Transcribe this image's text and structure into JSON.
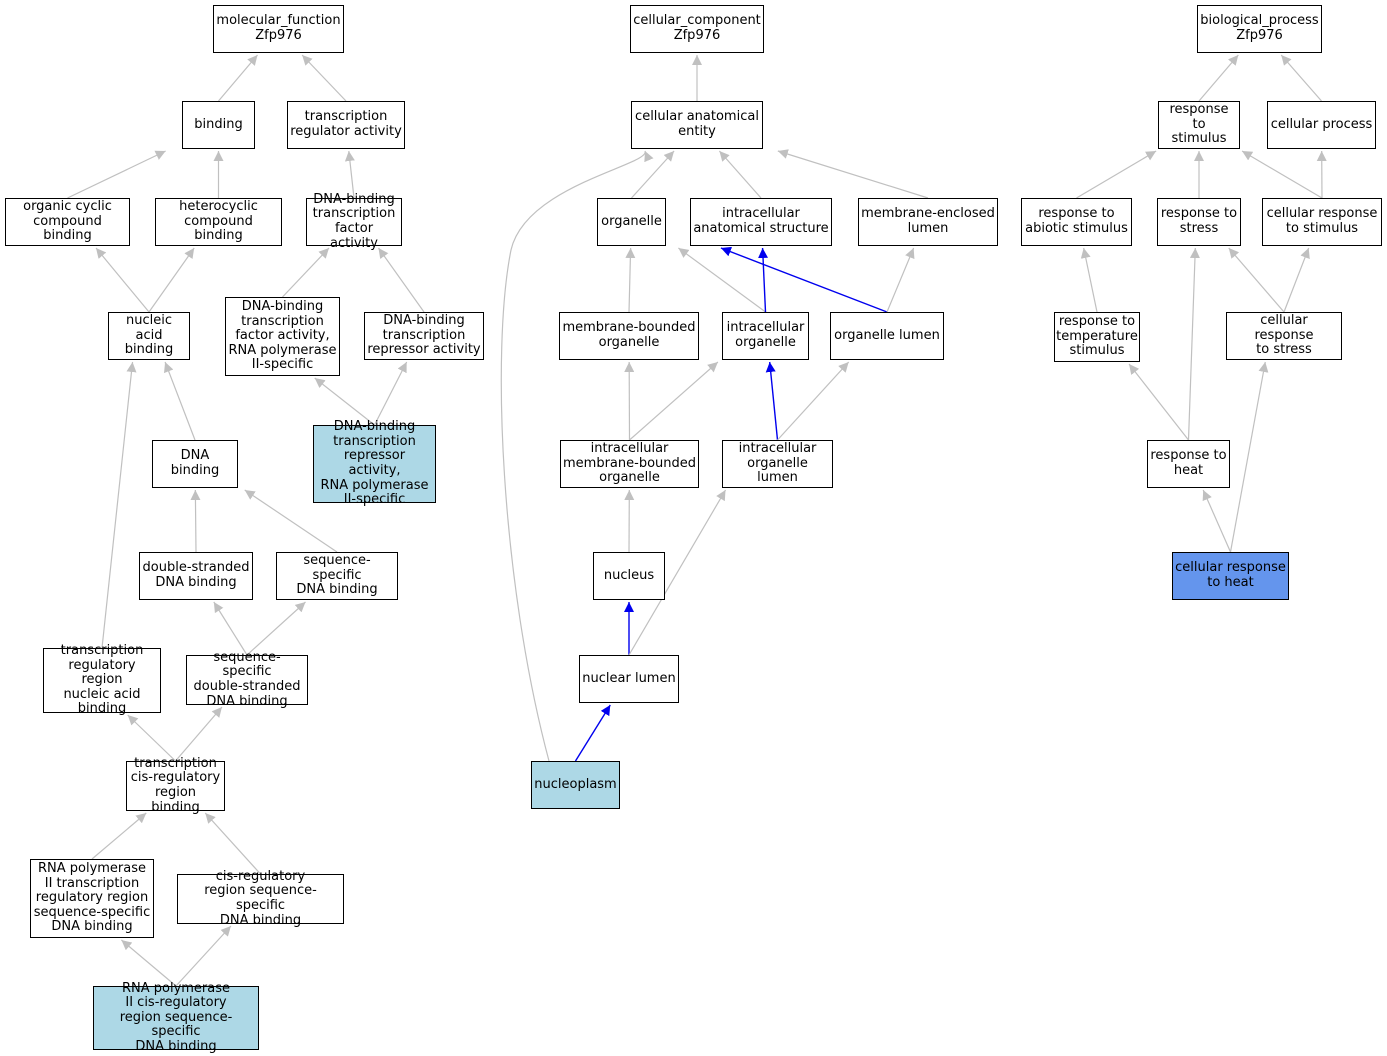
{
  "colors": {
    "edge_default": "#c0c0c0",
    "edge_highlight": "#0000ee",
    "node_fill": "#ffffff",
    "annotated_fill": "#add8e6",
    "query_fill": "#6495ed",
    "border": "#000000"
  },
  "nodes": [
    {
      "id": "mf",
      "label": "molecular_function\nZfp976"
    },
    {
      "id": "binding",
      "label": "binding"
    },
    {
      "id": "tra",
      "label": "transcription\nregulator activity"
    },
    {
      "id": "ocb",
      "label": "organic cyclic\ncompound binding"
    },
    {
      "id": "hcb",
      "label": "heterocyclic\ncompound binding"
    },
    {
      "id": "dbtfa",
      "label": "DNA-binding\ntranscription\nfactor activity"
    },
    {
      "id": "nab",
      "label": "nucleic acid\nbinding"
    },
    {
      "id": "dbtfa2",
      "label": "DNA-binding\ntranscription\nfactor activity,\nRNA polymerase\nII-specific"
    },
    {
      "id": "dbtra",
      "label": "DNA-binding\ntranscription\nrepressor activity"
    },
    {
      "id": "dbtra2",
      "label": "DNA-binding\ntranscription\nrepressor activity,\nRNA polymerase\nII-specific",
      "style": "annotated"
    },
    {
      "id": "dnab",
      "label": "DNA binding"
    },
    {
      "id": "dsdb",
      "label": "double-stranded\nDNA binding"
    },
    {
      "id": "ssdb",
      "label": "sequence-specific\nDNA binding"
    },
    {
      "id": "trrnab",
      "label": "transcription\nregulatory region\nnucleic acid\nbinding"
    },
    {
      "id": "ssdsdb",
      "label": "sequence-specific\ndouble-stranded\nDNA binding"
    },
    {
      "id": "tcrrb",
      "label": "transcription\ncis-regulatory\nregion binding"
    },
    {
      "id": "rp2trr",
      "label": "RNA polymerase\nII transcription\nregulatory region\nsequence-specific\nDNA binding"
    },
    {
      "id": "crrssdb",
      "label": "cis-regulatory\nregion sequence-specific\nDNA binding"
    },
    {
      "id": "rp2crr",
      "label": "RNA polymerase\nII cis-regulatory\nregion sequence-specific\nDNA binding",
      "style": "annotated"
    },
    {
      "id": "cc",
      "label": "cellular_component\nZfp976"
    },
    {
      "id": "cae",
      "label": "cellular anatomical\nentity"
    },
    {
      "id": "organelle",
      "label": "organelle"
    },
    {
      "id": "ias",
      "label": "intracellular\nanatomical structure"
    },
    {
      "id": "mel",
      "label": "membrane-enclosed\nlumen"
    },
    {
      "id": "mbo",
      "label": "membrane-bounded\norganelle"
    },
    {
      "id": "io",
      "label": "intracellular\norganelle"
    },
    {
      "id": "ol",
      "label": "organelle lumen"
    },
    {
      "id": "imbo",
      "label": "intracellular\nmembrane-bounded\norganelle"
    },
    {
      "id": "iol",
      "label": "intracellular\norganelle lumen"
    },
    {
      "id": "nucleus",
      "label": "nucleus"
    },
    {
      "id": "nl",
      "label": "nuclear lumen"
    },
    {
      "id": "np",
      "label": "nucleoplasm",
      "style": "annotated"
    },
    {
      "id": "bp",
      "label": "biological_process\nZfp976"
    },
    {
      "id": "rts",
      "label": "response to\nstimulus"
    },
    {
      "id": "cp",
      "label": "cellular process"
    },
    {
      "id": "ras",
      "label": "response to\nabiotic stimulus"
    },
    {
      "id": "rtstress",
      "label": "response to\nstress"
    },
    {
      "id": "crs",
      "label": "cellular response\nto stimulus"
    },
    {
      "id": "rtts",
      "label": "response to\ntemperature\nstimulus"
    },
    {
      "id": "crstress",
      "label": "cellular response\nto stress"
    },
    {
      "id": "rth",
      "label": "response to\nheat"
    },
    {
      "id": "crh",
      "label": "cellular response\nto heat",
      "style": "query"
    }
  ],
  "edges": [
    {
      "from": "binding",
      "to": "mf"
    },
    {
      "from": "tra",
      "to": "mf"
    },
    {
      "from": "ocb",
      "to": "binding"
    },
    {
      "from": "hcb",
      "to": "binding"
    },
    {
      "from": "dbtfa",
      "to": "tra"
    },
    {
      "from": "nab",
      "to": "ocb"
    },
    {
      "from": "nab",
      "to": "hcb"
    },
    {
      "from": "dbtfa2",
      "to": "dbtfa"
    },
    {
      "from": "dbtra",
      "to": "dbtfa"
    },
    {
      "from": "dbtra2",
      "to": "dbtfa2"
    },
    {
      "from": "dbtra2",
      "to": "dbtra"
    },
    {
      "from": "dnab",
      "to": "nab"
    },
    {
      "from": "dsdb",
      "to": "dnab"
    },
    {
      "from": "ssdb",
      "to": "dnab"
    },
    {
      "from": "trrnab",
      "to": "nab"
    },
    {
      "from": "ssdsdb",
      "to": "dsdb"
    },
    {
      "from": "ssdsdb",
      "to": "ssdb"
    },
    {
      "from": "tcrrb",
      "to": "trrnab"
    },
    {
      "from": "tcrrb",
      "to": "ssdsdb"
    },
    {
      "from": "rp2trr",
      "to": "tcrrb"
    },
    {
      "from": "crrssdb",
      "to": "tcrrb"
    },
    {
      "from": "rp2crr",
      "to": "rp2trr"
    },
    {
      "from": "rp2crr",
      "to": "crrssdb"
    },
    {
      "from": "cae",
      "to": "cc"
    },
    {
      "from": "organelle",
      "to": "cae"
    },
    {
      "from": "ias",
      "to": "cae"
    },
    {
      "from": "mel",
      "to": "cae"
    },
    {
      "from": "np",
      "to": "cae",
      "curve": true
    },
    {
      "from": "mbo",
      "to": "organelle"
    },
    {
      "from": "io",
      "to": "organelle"
    },
    {
      "from": "ol",
      "to": "organelle",
      "highlight": true
    },
    {
      "from": "io",
      "to": "ias",
      "highlight": true
    },
    {
      "from": "ol",
      "to": "mel"
    },
    {
      "from": "imbo",
      "to": "mbo"
    },
    {
      "from": "imbo",
      "to": "io"
    },
    {
      "from": "iol",
      "to": "io",
      "highlight": true
    },
    {
      "from": "iol",
      "to": "ol"
    },
    {
      "from": "nucleus",
      "to": "imbo"
    },
    {
      "from": "nl",
      "to": "nucleus",
      "highlight": true
    },
    {
      "from": "nl",
      "to": "iol"
    },
    {
      "from": "np",
      "to": "nl",
      "highlight": true
    },
    {
      "from": "rts",
      "to": "bp"
    },
    {
      "from": "cp",
      "to": "bp"
    },
    {
      "from": "ras",
      "to": "rts"
    },
    {
      "from": "rtstress",
      "to": "rts"
    },
    {
      "from": "crs",
      "to": "rts"
    },
    {
      "from": "crs",
      "to": "cp"
    },
    {
      "from": "rtts",
      "to": "ras"
    },
    {
      "from": "crstress",
      "to": "rtstress"
    },
    {
      "from": "crstress",
      "to": "crs"
    },
    {
      "from": "rth",
      "to": "rtts"
    },
    {
      "from": "rth",
      "to": "rtstress"
    },
    {
      "from": "crh",
      "to": "rth"
    },
    {
      "from": "crh",
      "to": "crstress"
    }
  ]
}
